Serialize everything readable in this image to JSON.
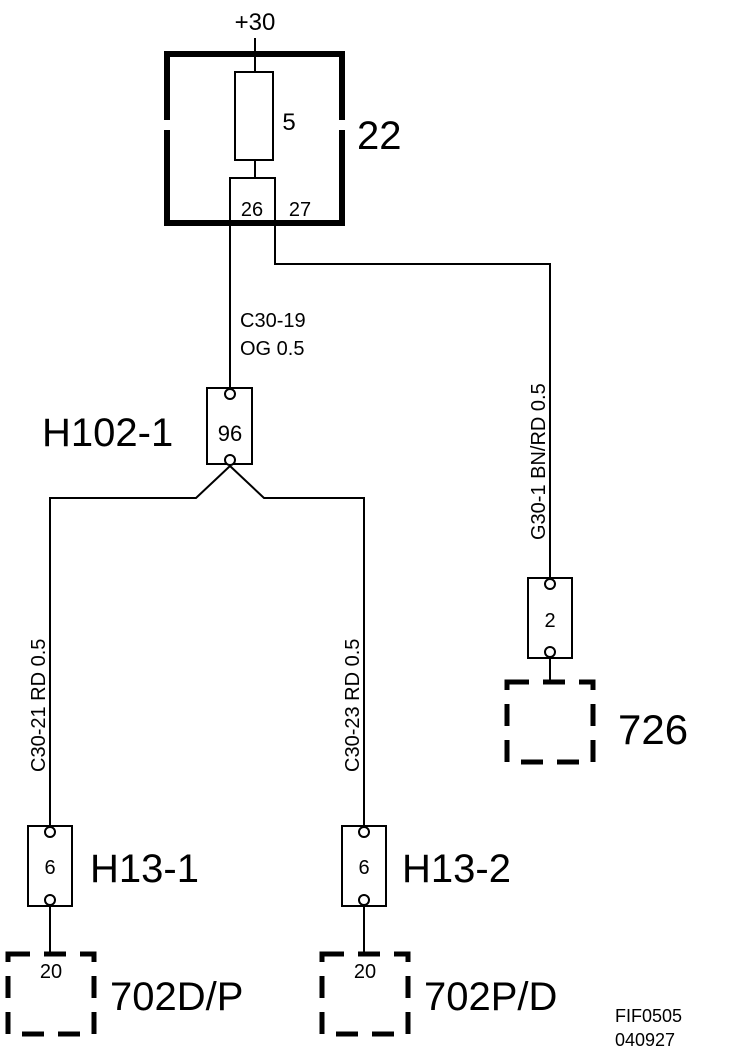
{
  "supply": {
    "label": "+30"
  },
  "fuse_box": {
    "label": "22",
    "fuse": "5",
    "pins": [
      "26",
      "27"
    ]
  },
  "wires": [
    {
      "code": "C30-19",
      "spec": "OG  0.5"
    },
    {
      "label": "G30-1  BN/RD  0.5"
    },
    {
      "label": "C30-21  RD  0.5"
    },
    {
      "label": "C30-23  RD  0.5"
    }
  ],
  "connectors": [
    {
      "name": "H102-1",
      "pin": "96"
    },
    {
      "name": "H13-1",
      "pin": "6"
    },
    {
      "name": "H13-2",
      "pin": "6"
    },
    {
      "name": "",
      "pin": "2"
    }
  ],
  "components": [
    {
      "label": "726"
    },
    {
      "label": "702D/P",
      "pin": "20"
    },
    {
      "label": "702P/D",
      "pin": "20"
    }
  ],
  "footer": {
    "code": "FIF0505",
    "date": "040927"
  }
}
